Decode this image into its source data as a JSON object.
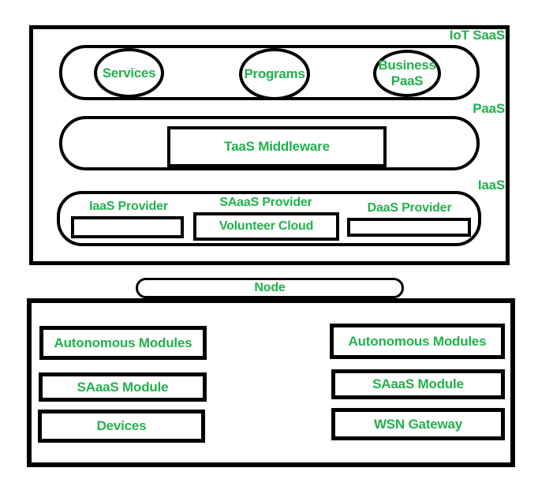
{
  "colors": {
    "text_green": "#22B14C",
    "line_black": "#000000",
    "background": "#FFFFFF"
  },
  "architecture": {
    "title": "IoT SaaS",
    "saas_layer": {
      "ellipses": [
        "Services",
        "Programs",
        "Business PaaS"
      ]
    },
    "paas_layer": {
      "label": "PaaS",
      "middleware": "TaaS Middleware"
    },
    "iaas_layer": {
      "label": "IaaS",
      "iaas_provider_title": "IaaS Provider",
      "saaas_provider_title": "SAaaS Provider",
      "saaas_provider_box": "Volunteer Cloud",
      "daas_provider_title": "DaaS Provider"
    }
  },
  "node_section": {
    "label": "Node",
    "left_modules": [
      "Autonomous Modules",
      "SAaaS Module",
      "Devices"
    ],
    "right_modules": [
      "Autonomous Modules",
      "SAaaS Module",
      "WSN Gateway"
    ]
  }
}
